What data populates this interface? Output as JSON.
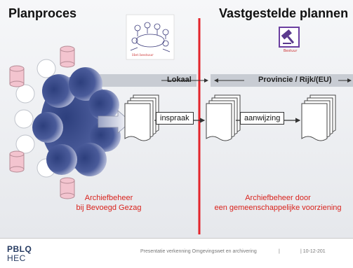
{
  "headings": {
    "left": "Planproces",
    "right": "Vastgestelde plannen"
  },
  "bands": {
    "local": "Lokaal",
    "province": "Provincie / Rijk/(EU)"
  },
  "arrows": {
    "participation": "inspraak",
    "designation": "aanwijzing"
  },
  "notes": {
    "left_line1": "Archiefbeheer",
    "left_line2": "bij Bevoegd Gezag",
    "right_line1": "Archiefbeheer door",
    "right_line2": "een gemeenschappelijke voorziening"
  },
  "images": {
    "sketch_caption": "Het bestuur",
    "gavel_caption": "Bestuur"
  },
  "footer": {
    "logo_line1": "PBLQ",
    "logo_line2": "HEC",
    "presentation": "Presentatie verkenning Omgevingswet en archivering",
    "separator": "|",
    "date": "| 10-12-201"
  },
  "colors": {
    "divider": "#e3242b",
    "red_text": "#d9231d",
    "cloud": "#3c4f8f",
    "cylinder": "#f3c4cf",
    "logo": "#253a61"
  }
}
